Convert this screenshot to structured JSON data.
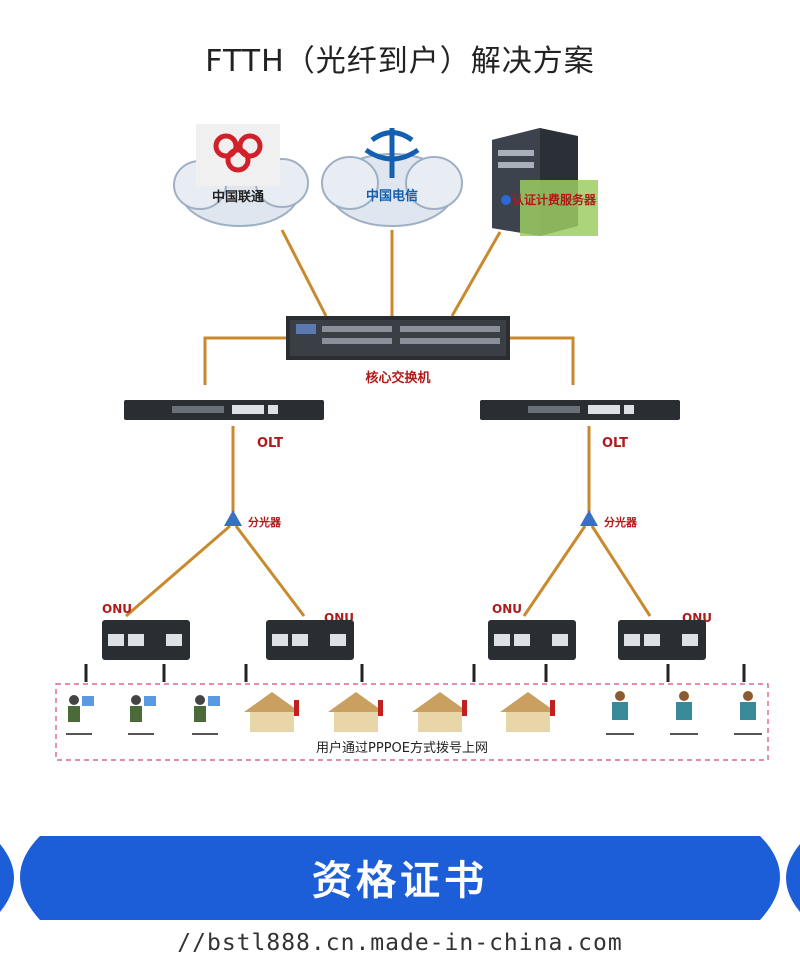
{
  "title": "FTTH（光纤到户）解决方案",
  "clouds": {
    "unicom": "中国联通",
    "telecom": "中国电信"
  },
  "server_label": "认证计费服务器",
  "core_switch_label": "核心交换机",
  "olt_label": "OLT",
  "splitter_label": "分光器",
  "onu_label": "ONU",
  "users_caption": "用户通过PPPOE方式拨号上网",
  "banner": {
    "text": "资格证书",
    "color": "#1c5ed8"
  },
  "watermark": "//bstl888.cn.made-in-china.com",
  "colors": {
    "fiber": "#c98a2e",
    "device": "#2a2e33",
    "label_red": "#b11a1a"
  }
}
